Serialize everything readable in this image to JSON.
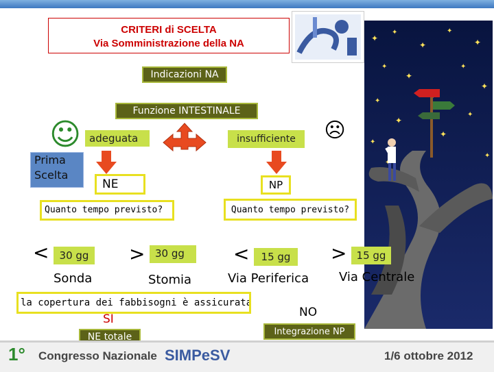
{
  "title": {
    "line1": "CRITERI di SCELTA",
    "line2": "Via Somministrazione della NA"
  },
  "indicazioni": "Indicazioni NA",
  "funzione": "Funzione INTESTINALE",
  "smiley": "☺",
  "frowny": "☹",
  "adeguata": "adeguata",
  "insufficiente": "insufficiente",
  "prima_scelta": {
    "line1": "Prima",
    "line2": "Scelta"
  },
  "ne": "NE",
  "np": "NP",
  "quanto_left": "Quanto tempo previsto?",
  "quanto_right": "Quanto tempo previsto?",
  "lt": "<",
  "gt": ">",
  "gg30": "30 gg",
  "gg15": "15 gg",
  "sonda": "Sonda",
  "stomia": "Stomia",
  "via_periferica": "Via Periferica",
  "via_centrale": "Via Centrale",
  "copertura": "la copertura dei fabbisogni è assicurata?",
  "si": "SI",
  "no": "NO",
  "ne_totale": "NE totale",
  "integrazione_np": "Integrazione NP",
  "footer": {
    "congress_num": "1°",
    "congress": "Congresso Nazionale",
    "brand": "SIMPeSV",
    "date": "1/6 ottobre 2012"
  },
  "colors": {
    "red": "#cc0000",
    "olive": "#5c6218",
    "lime": "#c8e04a",
    "arrow": "#e84a20",
    "navy": "#0b1a4e"
  },
  "icons": [
    "smiley-icon",
    "frowny-icon",
    "down-arrow-icon",
    "four-way-arrow-icon",
    "night-road-illustration",
    "logo-icon"
  ]
}
